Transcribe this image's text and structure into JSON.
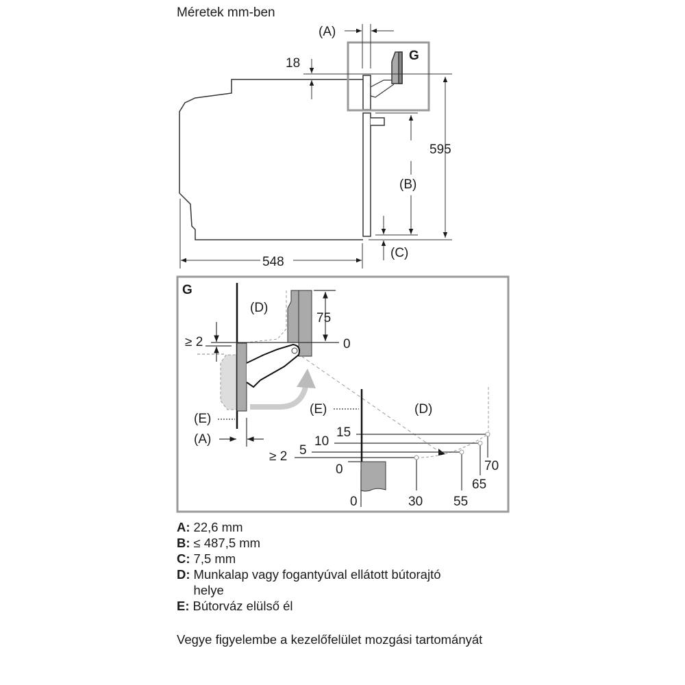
{
  "title": "Méretek mm-ben",
  "top_view": {
    "label_A": "(A)",
    "label_G": "G",
    "dim_18": "18",
    "dim_595": "595",
    "label_B": "(B)",
    "label_C": "(C)",
    "dim_548": "548"
  },
  "detail_G": {
    "title": "G",
    "label_D_top": "(D)",
    "dim_75": "75",
    "zero_top": "0",
    "ge2_left": "≥ 2",
    "label_E_left": "(E)",
    "label_A_left": "(A)",
    "label_E_right": "(E)",
    "label_D_right": "(D)",
    "y_15": "15",
    "y_10": "10",
    "y_5": "5",
    "y_ge2": "≥ 2",
    "y_0": "0",
    "x_0": "0",
    "x_30": "30",
    "x_55": "55",
    "x_65": "65",
    "x_70": "70"
  },
  "legend": [
    {
      "key": "A:",
      "text": "22,6 mm"
    },
    {
      "key": "B:",
      "text": "≤ 487,5 mm"
    },
    {
      "key": "C:",
      "text": "7,5 mm"
    },
    {
      "key": "D:",
      "text": "Munkalap vagy fogantyúval ellátott bútorajtó helye"
    },
    {
      "key": "E:",
      "text": "Bútorváz elülső él"
    }
  ],
  "note": "Vegye figyelembe a kezelőfelület mozgási tartományát"
}
